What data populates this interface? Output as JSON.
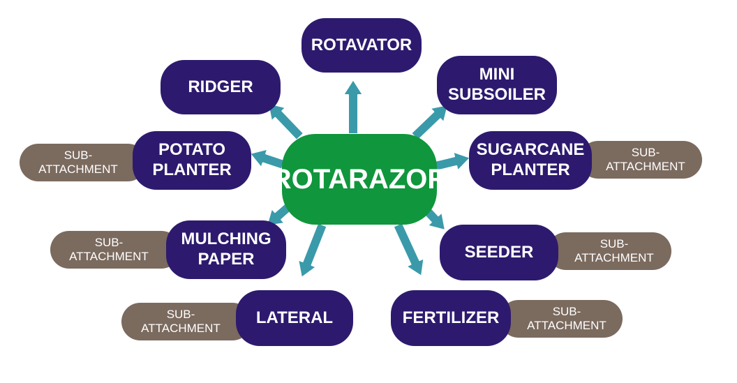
{
  "colors": {
    "center_fill": "#10963c",
    "module_fill": "#2d1a6e",
    "attachment_fill": "#7b6a5e",
    "arrow_fill": "#3a9aaa",
    "arrow_outline": "#ffffff",
    "text": "#ffffff"
  },
  "center": {
    "label": "ROTARAZOR"
  },
  "modules": {
    "rotavator": {
      "line1": "ROTAVATOR"
    },
    "ridger": {
      "line1": "RIDGER"
    },
    "mini_subsoiler": {
      "line1": "MINI",
      "line2": "SUBSOILER"
    },
    "potato_planter": {
      "line1": "POTATO",
      "line2": "PLANTER"
    },
    "sugarcane_planter": {
      "line1": "SUGARCANE",
      "line2": "PLANTER"
    },
    "mulching_paper": {
      "line1": "MULCHING",
      "line2": "PAPER"
    },
    "seeder": {
      "line1": "SEEDER"
    },
    "lateral": {
      "line1": "LATERAL"
    },
    "fertilizer": {
      "line1": "FERTILIZER"
    }
  },
  "sub_attachment": {
    "line1": "SUB-",
    "line2": "ATTACHMENT"
  }
}
